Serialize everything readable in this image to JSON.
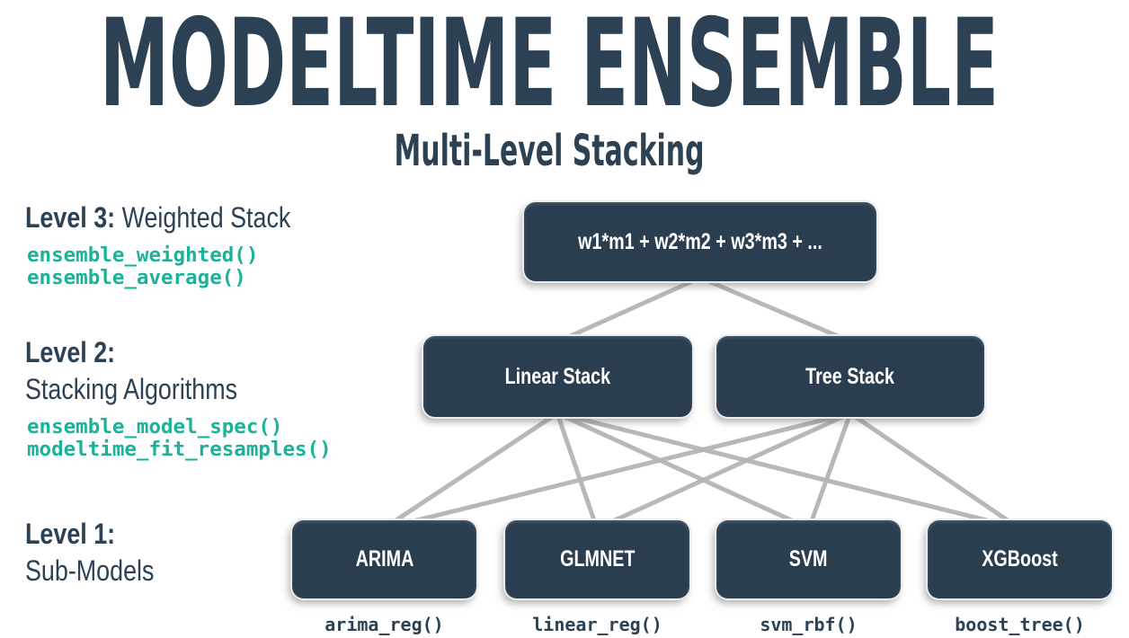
{
  "colors": {
    "navy": "#2c4154",
    "box_fill": "#2b3e50",
    "teal": "#1ab298",
    "connector_gray": "#b5b5b5",
    "background": "#ffffff"
  },
  "header": {
    "title": "MODELTIME ENSEMBLE",
    "subtitle": "Multi-Level Stacking"
  },
  "levels": [
    {
      "label_bold": "Level 3:",
      "label_rest": " Weighted Stack",
      "functions": [
        "ensemble_weighted()",
        "ensemble_average()"
      ]
    },
    {
      "label_bold": "Level 2:",
      "label_rest": "Stacking Algorithms",
      "functions": [
        "ensemble_model_spec()",
        "modeltime_fit_resamples()"
      ]
    },
    {
      "label_bold": "Level 1:",
      "label_rest": "Sub-Models",
      "functions": []
    }
  ],
  "diagram": {
    "level3_box": {
      "label": "w1*m1 + w2*m2 + w3*m3 + ..."
    },
    "level2_boxes": [
      {
        "label": "Linear Stack"
      },
      {
        "label": "Tree Stack"
      }
    ],
    "level1_boxes": [
      {
        "label": "ARIMA",
        "function": "arima_reg()"
      },
      {
        "label": "GLMNET",
        "function": "linear_reg()"
      },
      {
        "label": "SVM",
        "function": "svm_rbf()"
      },
      {
        "label": "XGBoost",
        "function": "boost_tree()"
      }
    ]
  }
}
